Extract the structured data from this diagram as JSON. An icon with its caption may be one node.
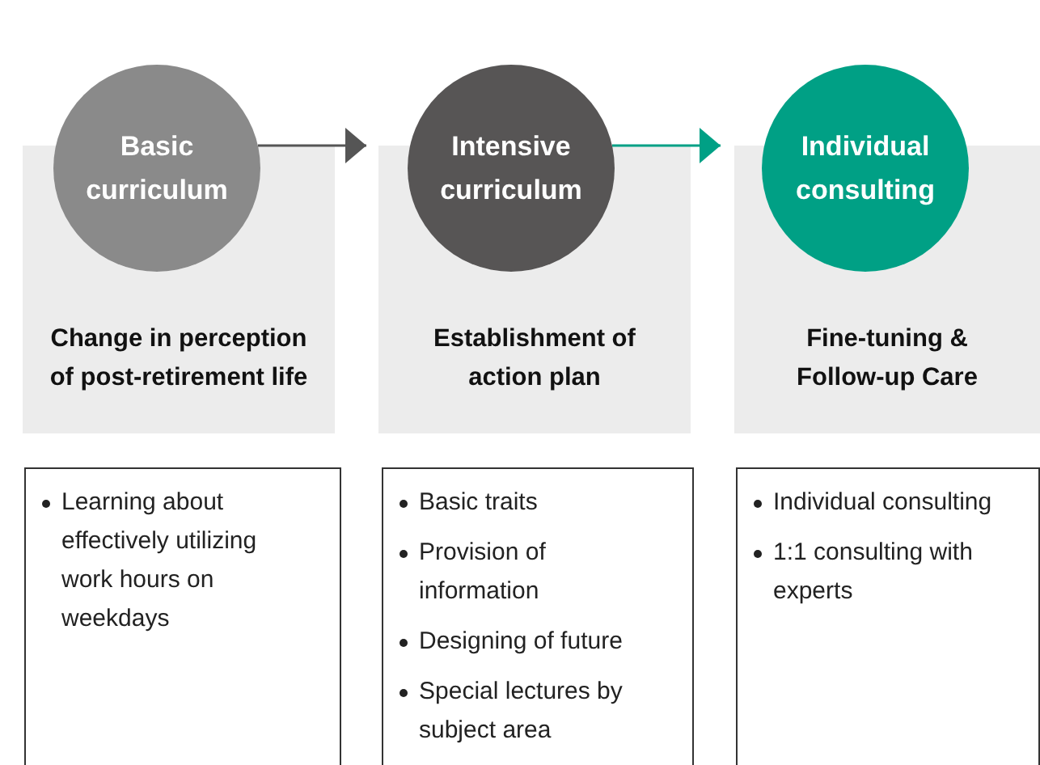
{
  "diagram": {
    "nodes": [
      {
        "text": [
          "Basic curriculum"
        ]
      },
      {
        "text": [
          "Change in perception of post-retirement life"
        ]
      },
      {
        "text": [
          "Learning about effectively utilizing work hours on weekdays"
        ]
      },
      {
        "text": [
          "Intensive curriculum"
        ]
      },
      {
        "text": [
          "Establishment of action plan"
        ]
      },
      {
        "text": [
          "Basic traits",
          "Provision of information",
          "Designing of future",
          "Special lectures by subject area"
        ]
      },
      {
        "text": [
          "Individual consulting"
        ]
      },
      {
        "text": [
          "Fine-tuning & Follow-up Care"
        ]
      },
      {
        "text": [
          "Individual consulting",
          "1:1 consulting with experts"
        ]
      }
    ],
    "edges": [
      {
        "from": 0,
        "to": 3,
        "arrow": "to"
      },
      {
        "from": 3,
        "to": 6,
        "arrow": "to",
        "color": "#00a085"
      }
    ]
  }
}
